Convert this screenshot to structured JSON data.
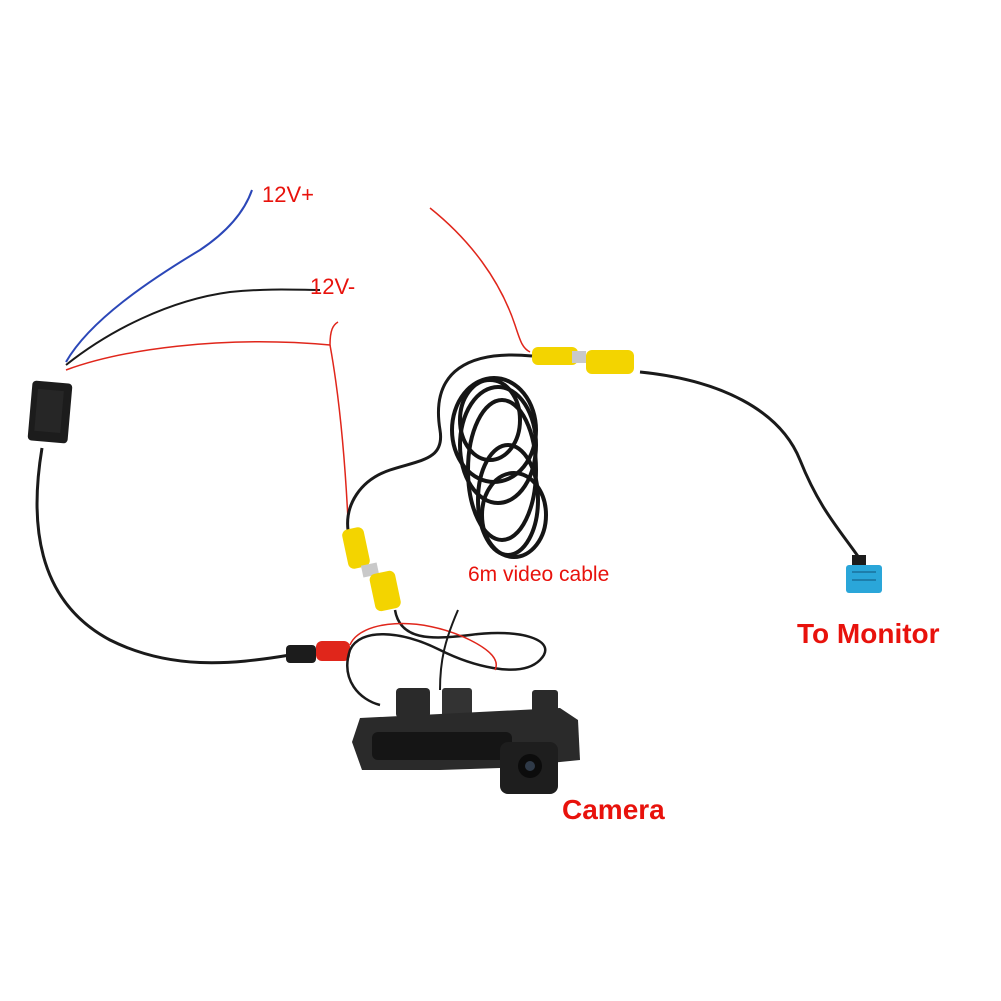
{
  "labels": {
    "power_positive": "12V+",
    "power_negative": "12V-",
    "video_cable": "6m video cable",
    "to_monitor": "To Monitor",
    "camera": "Camera"
  },
  "colors": {
    "label_red": "#e8120c",
    "wire_black": "#1a1a1a",
    "wire_red": "#e0261b",
    "wire_blue": "#2b47b8",
    "rca_yellow": "#f3d400",
    "connector_blue": "#2aa6d9",
    "camera_body": "#2a2a2a"
  },
  "icons": {
    "filter_module": "power-filter-module-icon",
    "rca_connector": "rca-connector-icon",
    "cable_coil": "cable-coil-icon",
    "monitor_plug": "monitor-plug-icon",
    "camera": "trunk-handle-camera-icon"
  }
}
